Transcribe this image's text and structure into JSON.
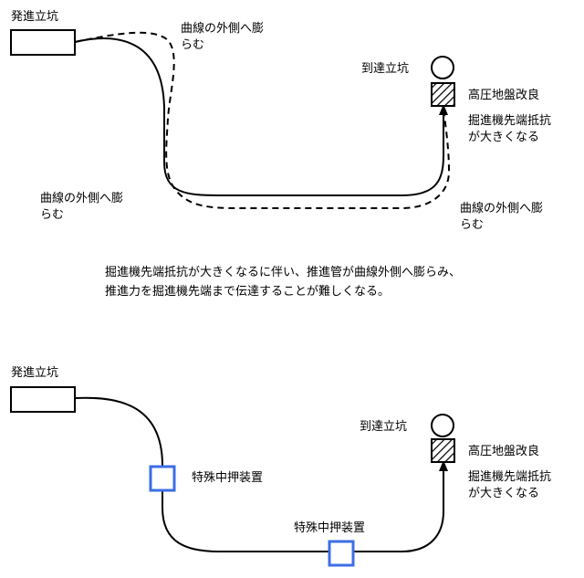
{
  "colors": {
    "line": "#000000",
    "device_box": "#3c6ee6",
    "background": "#ffffff"
  },
  "diagram_top": {
    "launch_shaft": "発進立坑",
    "arrival_shaft": "到達立坑",
    "ground_improvement": "高圧地盤改良",
    "tip_resistance_line1": "掘進機先端抵抗",
    "tip_resistance_line2": "が大きくなる",
    "bulge_line1": "曲線の外側へ膨",
    "bulge_line2": "らむ"
  },
  "caption": {
    "line1": "掘進機先端抵抗が大きくなるに伴い、推進管が曲線外側へ膨らみ、",
    "line2": "推進力を掘進機先端まで伝達することが難しくなる。"
  },
  "diagram_bottom": {
    "launch_shaft": "発進立坑",
    "arrival_shaft": "到達立坑",
    "ground_improvement": "高圧地盤改良",
    "tip_resistance_line1": "掘進機先端抵抗",
    "tip_resistance_line2": "が大きくなる",
    "intermediate_jack_1": "特殊中押装置",
    "intermediate_jack_2": "特殊中押装置"
  }
}
